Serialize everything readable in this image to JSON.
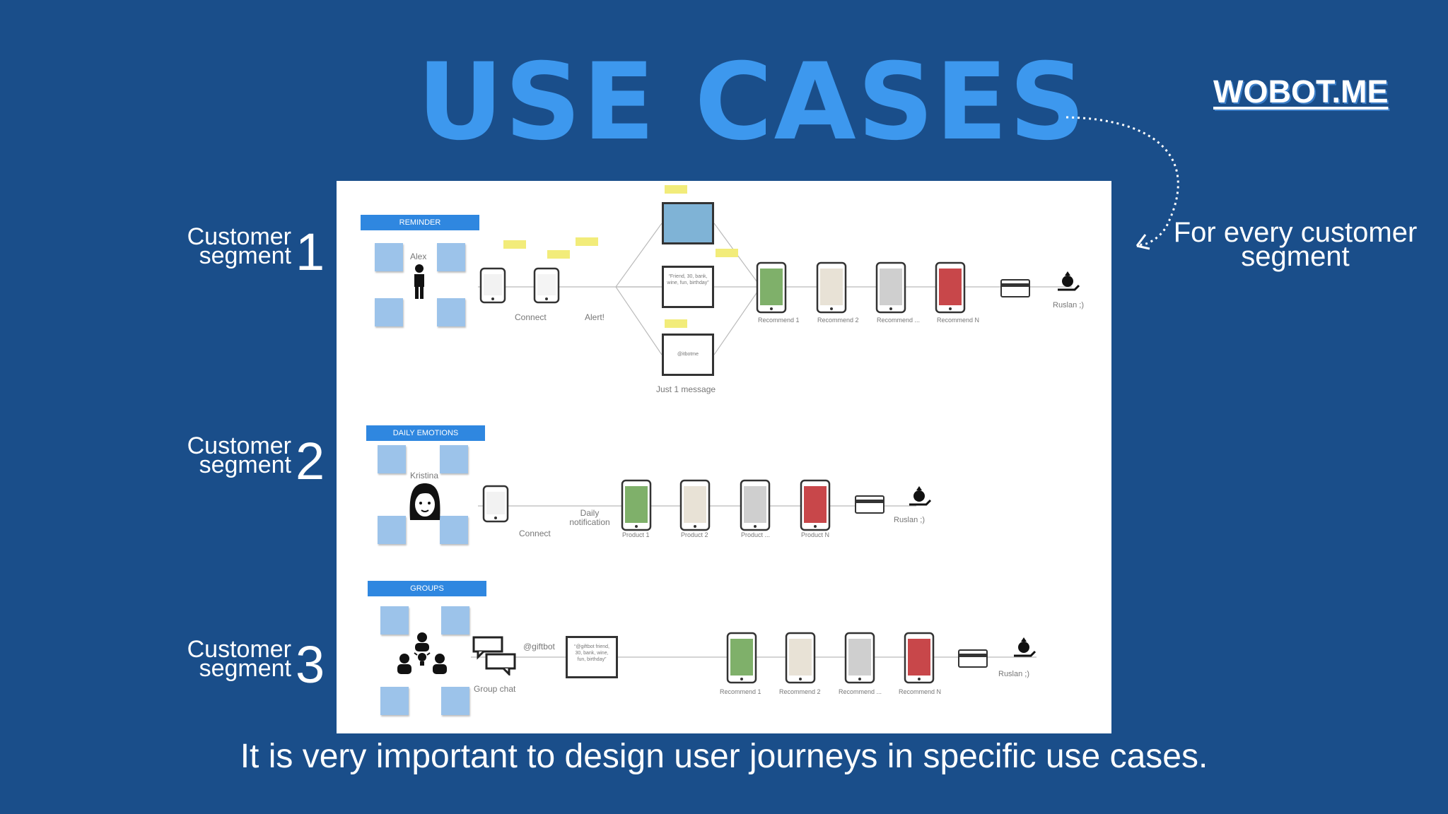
{
  "slide": {
    "title": "USE CASES",
    "brand": "WOBOT.ME",
    "right_note": "For every customer segment",
    "footer": "It is very important to design user journeys in specific use cases.",
    "colors": {
      "background": "#1a4e8a",
      "title": "#3d98ee",
      "accent_blue": "#2f87e0"
    }
  },
  "segments": [
    {
      "label": "Customer segment",
      "number": "1",
      "header": "REMINDER",
      "persona": "Alex",
      "steps": [
        "Connect",
        "Alert!"
      ],
      "message_label": "Just 1 message",
      "bubble_texts": [
        "“Friend, 30, bank, wine, fun, birthday”",
        "@itbotme"
      ],
      "phones": [
        "Recommend 1",
        "Recommend 2",
        "Recommend ...",
        "Recommend N"
      ],
      "end": "Ruslan ;)"
    },
    {
      "label": "Customer segment",
      "number": "2",
      "header": "DAILY EMOTIONS",
      "persona": "Kristina",
      "steps": [
        "Connect",
        "Daily notification"
      ],
      "phones": [
        "Product 1",
        "Product 2",
        "Product ...",
        "Product N"
      ],
      "end": "Ruslan ;)"
    },
    {
      "label": "Customer segment",
      "number": "3",
      "header": "GROUPS",
      "steps": [
        "Group chat",
        "@giftbot"
      ],
      "bubble_texts": [
        "“@giftbot friend, 30, bank, wine, fun, birthday”"
      ],
      "phones": [
        "Recommend 1",
        "Recommend 2",
        "Recommend ...",
        "Recommend N"
      ],
      "end": "Ruslan ;)"
    }
  ],
  "icons": [
    "person-icon",
    "face-icon",
    "group-icon",
    "phone-icon",
    "credit-card-icon",
    "money-bag-hand-icon",
    "chat-bubble-icon",
    "dotted-arrow-icon"
  ]
}
